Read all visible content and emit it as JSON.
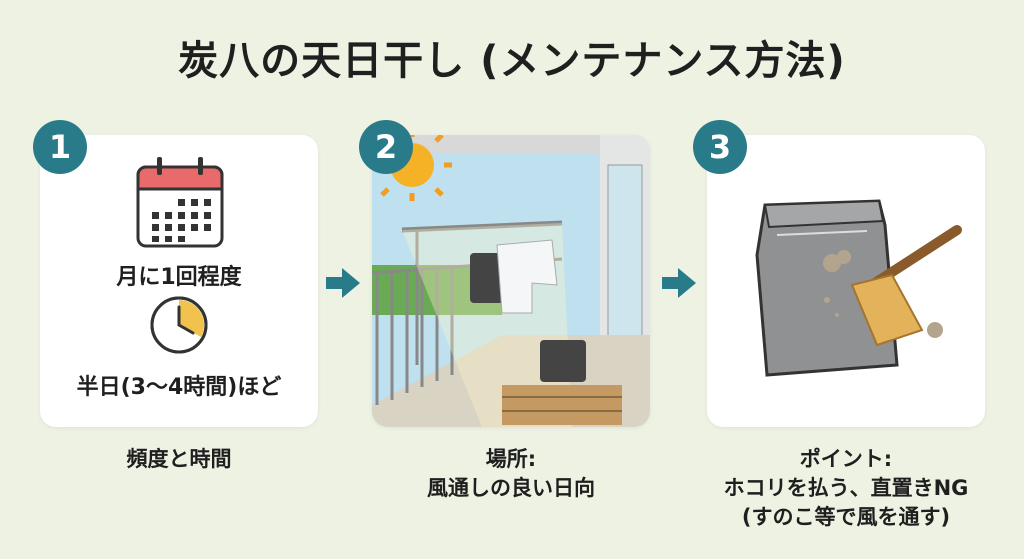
{
  "title": "炭八の天日干し (メンテナンス方法)",
  "steps": [
    {
      "number": "1",
      "lines": [
        "月に1回程度",
        "半日(3〜4時間)ほど"
      ],
      "caption": [
        "頻度と時間"
      ]
    },
    {
      "number": "2",
      "caption": [
        "場所:",
        "風通しの良い日向"
      ]
    },
    {
      "number": "3",
      "caption": [
        "ポイント:",
        "ホコリを払う、直置きNG",
        "(すのこ等で風を通す)"
      ]
    }
  ],
  "colors": {
    "background": "#edf2e3",
    "accent": "#2a7b8a",
    "calendar": "#e86a6a",
    "clock": "#f2c24f"
  }
}
